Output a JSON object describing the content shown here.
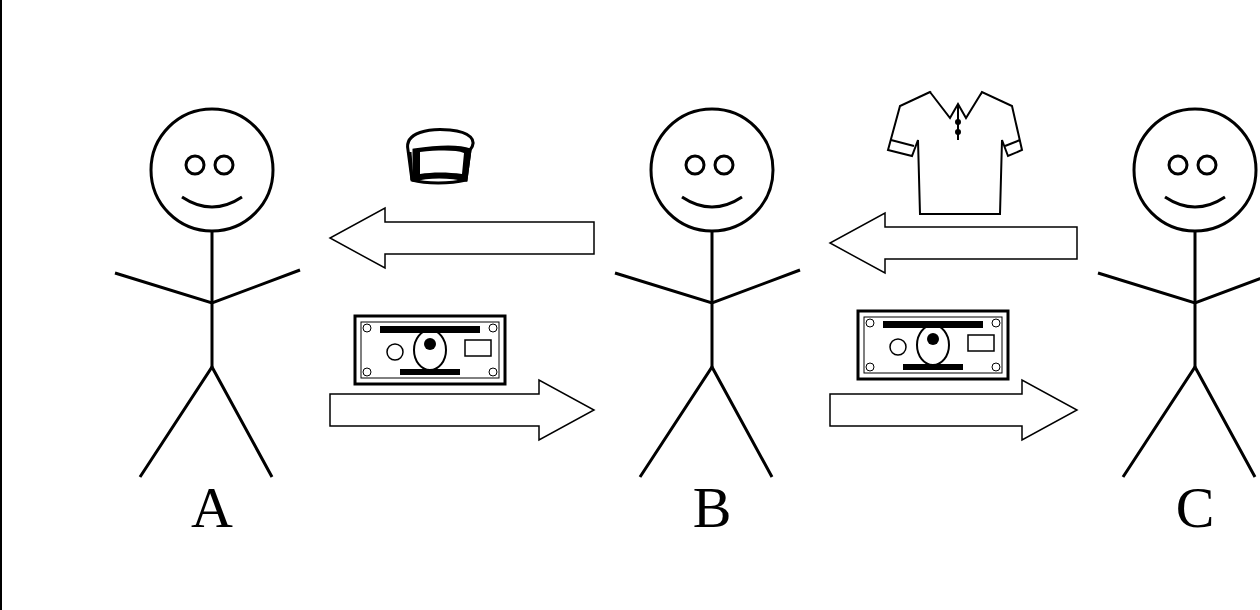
{
  "diagram": {
    "nodes": [
      {
        "text": [
          "A"
        ]
      },
      {
        "text": [
          "B"
        ]
      },
      {
        "text": [
          "C"
        ]
      }
    ],
    "edges": [
      {
        "from": 1,
        "to": 0,
        "arrow": "to"
      },
      {
        "from": 0,
        "to": 1,
        "arrow": "to"
      },
      {
        "from": 2,
        "to": 1,
        "arrow": "to"
      },
      {
        "from": 1,
        "to": 2,
        "arrow": "to"
      }
    ]
  }
}
